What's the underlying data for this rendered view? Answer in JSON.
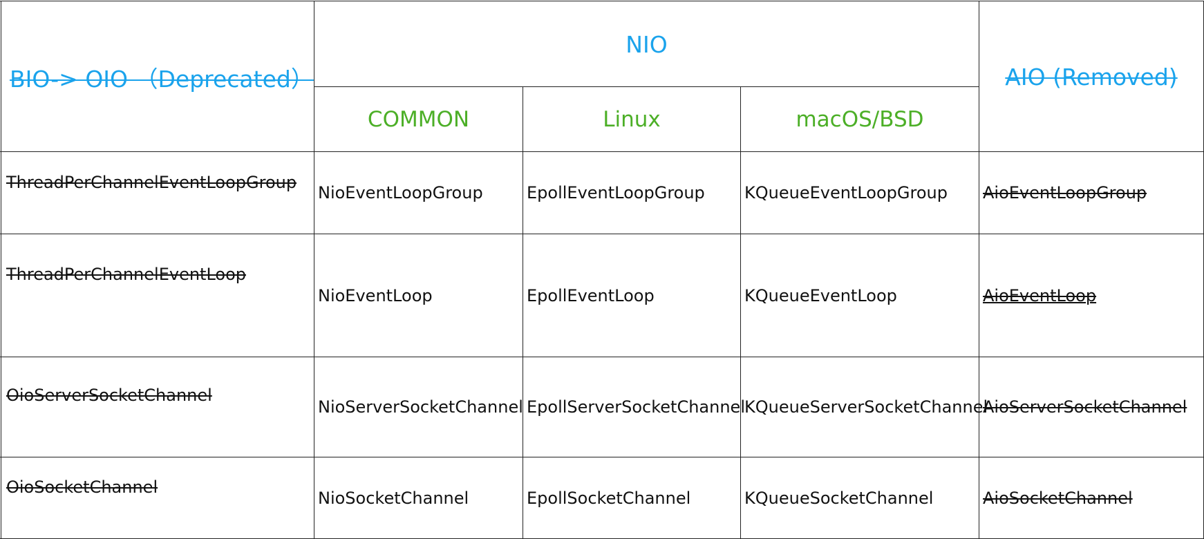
{
  "header": {
    "bio_title": "BIO-> OIO （Deprecated）",
    "nio_title": "NIO",
    "aio_title": "AIO (Removed)",
    "sub_common": "COMMON",
    "sub_linux": "Linux",
    "sub_macos": "macOS/BSD"
  },
  "colors": {
    "header_blue": "#1aa3ec",
    "subheader_green": "#4caf27",
    "text": "#111111",
    "grid_line": "#222222"
  },
  "rows": [
    {
      "oio": "ThreadPerChannelEventLoopGroup",
      "nio": "NioEventLoopGroup",
      "epoll": "EpollEventLoopGroup",
      "kqueue": "KQueueEventLoopGroup",
      "aio": "AioEventLoopGroup"
    },
    {
      "oio": "ThreadPerChannelEventLoop",
      "nio": "NioEventLoop",
      "epoll": "EpollEventLoop",
      "kqueue": "KQueueEventLoop",
      "aio": "AioEventLoop"
    },
    {
      "oio": "OioServerSocketChannel",
      "nio": "NioServerSocketChannel",
      "epoll": "EpollServerSocketChannel",
      "kqueue": "KQueueServerSocketChannel",
      "aio": "AioServerSocketChannel"
    },
    {
      "oio": "OioSocketChannel",
      "nio": "NioSocketChannel",
      "epoll": "EpollSocketChannel",
      "kqueue": "KQueueSocketChannel",
      "aio": "AioSocketChannel"
    }
  ]
}
